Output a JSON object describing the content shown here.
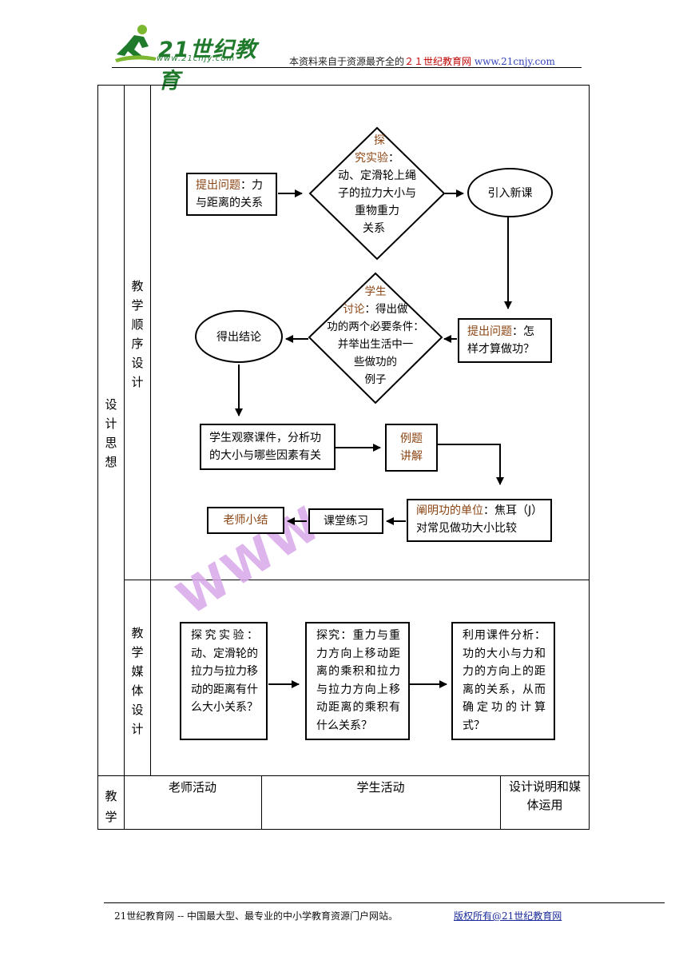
{
  "header": {
    "logo_text": "21世纪教育",
    "logo_url": "www.21cnjy.com",
    "tagline_prefix": "本资料来自于资源最齐全的",
    "tagline_site": "２１世纪教育网",
    "tagline_url": "www.21cnjy.com"
  },
  "table": {
    "col_label": "设计思想",
    "row1_label": "教学顺序设计",
    "row2_label": "教学媒体设计",
    "bottom_label": "教学",
    "head_teacher": "老师活动",
    "head_student": "学生活动",
    "head_notes": "设计说明和媒体运用"
  },
  "flow": {
    "box1_hl": "提出问题",
    "box1_rest": "：力与距离的关系",
    "diamond1_hl1": "探",
    "diamond1_hl2": "究实验",
    "diamond1_l2": "：",
    "diamond1_l3": "动、定滑轮上绳",
    "diamond1_l4": "子的拉力大小与",
    "diamond1_l5": "重物重力",
    "diamond1_l6": "关系",
    "ellipse1": "引入新课",
    "box2_hl": "提出问题",
    "box2_rest": "：怎样才算做功？",
    "diamond2_hl1": "学生",
    "diamond2_hl2": "讨论",
    "diamond2_l2": "：得出做",
    "diamond2_l3": "功的两个必要条件：",
    "diamond2_l4": "并举出生活中一",
    "diamond2_l5": "些做功的",
    "diamond2_l6": "例子",
    "ellipse2": "得出结论",
    "box3": "学生观察课件，分析功的大小与哪些因素有关",
    "box4_l1": "例题",
    "box4_l2": "讲解",
    "box5_hl": "阐明功的单位",
    "box5_rest": "：焦耳（J）对常见做功大小比较",
    "box6": "课堂练习",
    "box7": "老师小结"
  },
  "media": {
    "box1": "探究实验：动、定滑轮的拉力与拉力移动的距离有什么大小关系？",
    "box2": "探究：重力与重力方向上移动距离的乘积和拉力与拉力方向上移动距离的乘积有什么关系？",
    "box3": "利用课件分析：功的大小与力和力的方向上的距离的关系，从而确定功的计算式？"
  },
  "watermark": "WWW.",
  "footer": {
    "text": "21世纪教育网 -- 中国最大型、最专业的中小学教育资源门户网站。",
    "link": "版权所有@21世纪教育网"
  },
  "colors": {
    "highlight": "#8b4513",
    "logo": "#1f7a2c",
    "site_red": "#c00000",
    "url_blue": "#3344bb",
    "watermark": "#d8a8e8"
  }
}
